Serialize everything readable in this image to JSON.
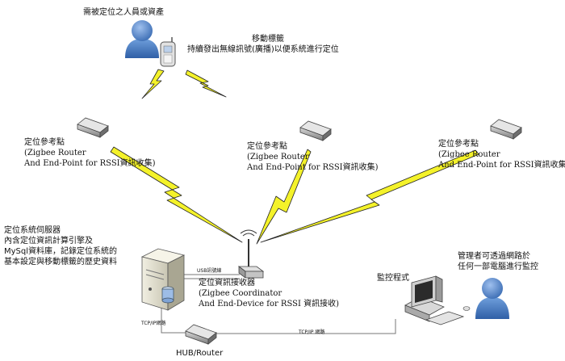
{
  "people": {
    "target_label": "需被定位之人員或資產",
    "admin_label_line1": "管理者可透過網路於",
    "admin_label_line2": "任何一部電腦進行監控"
  },
  "mobile_tag": {
    "title": "移動標籤",
    "description": "持續發出無線訊號(廣播)以便系統進行定位"
  },
  "reference_points": [
    {
      "title": "定位參考點",
      "line2": "(Zigbee Router",
      "line3": "And End-Point for RSSI資訊收集)"
    },
    {
      "title": "定位參考點",
      "line2": "(Zigbee Router",
      "line3": "And End-Point for RSSI資訊收集)"
    },
    {
      "title": "定位參考點",
      "line2": "(Zigbee Router",
      "line3": "And End-Point for RSSI資訊收集)"
    }
  ],
  "server": {
    "line1": "定位系統伺服器",
    "line2": "內含定位資訊計算引擎及",
    "line3": "MySql資料庫，記錄定位系統的",
    "line4": "基本設定與移動標籤的歷史資料"
  },
  "receiver": {
    "line1": "定位資訊接收器",
    "line2": "(Zigbee Coordinator",
    "line3": "And End-Device for RSSI 資訊接收)"
  },
  "monitor": {
    "label": "監控程式"
  },
  "hub": {
    "label": "HUB/Router"
  },
  "links": {
    "usb": "USB訊號線",
    "tcpip_vertical": "TCP/IP網路",
    "tcpip_horizontal": "TCP/IP 網路"
  },
  "colors": {
    "bolt_fill": "#f4f22a",
    "bolt_stroke": "#222222",
    "person_blue": "#4a7fc6",
    "device_gray": "#9a9a9a"
  },
  "icons": [
    "person-icon",
    "phone-icon",
    "router-icon",
    "antenna-icon",
    "server-icon",
    "computer-icon",
    "hub-icon"
  ]
}
